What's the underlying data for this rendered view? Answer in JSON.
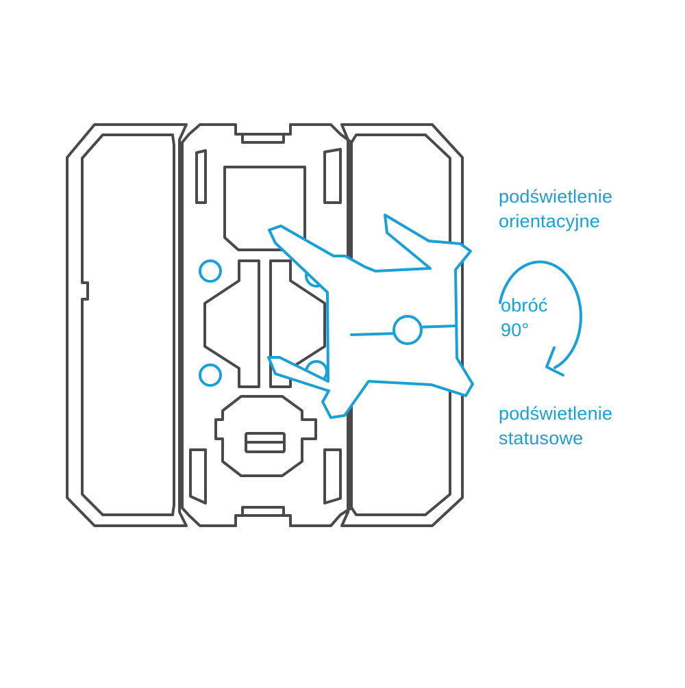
{
  "colors": {
    "outline": "#4a4a4c",
    "accent": "#1aa0d8",
    "background": "#ffffff"
  },
  "labels": {
    "orientation_lighting": [
      "podświetlenie",
      "orientacyjne"
    ],
    "rotate": [
      "obróć",
      "90°"
    ],
    "status_lighting": [
      "podświetlenie",
      "statusowe"
    ]
  },
  "icons": {
    "rotate_arrow": "rotate-clockwise-arrow-icon",
    "clip": "spring-clip-icon"
  }
}
